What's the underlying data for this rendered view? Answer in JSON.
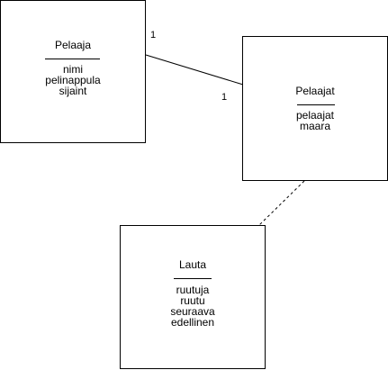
{
  "classes": {
    "pelaaja": {
      "name": "Pelaaja",
      "attributes": [
        "nimi",
        "pelinappula",
        "sijaint"
      ]
    },
    "pelaajat": {
      "name": "Pelaajat",
      "attributes": [
        "pelaajat",
        "maara"
      ]
    },
    "lauta": {
      "name": "Lauta",
      "attributes": [
        "ruutuja",
        "ruutu",
        "seuraava",
        "edellinen"
      ]
    }
  },
  "associations": {
    "pelaaja_pelaajat": {
      "multiplicity_pelaaja": "1",
      "multiplicity_pelaajat": "1",
      "style": "solid"
    },
    "pelaajat_lauta": {
      "style": "dashed"
    }
  }
}
